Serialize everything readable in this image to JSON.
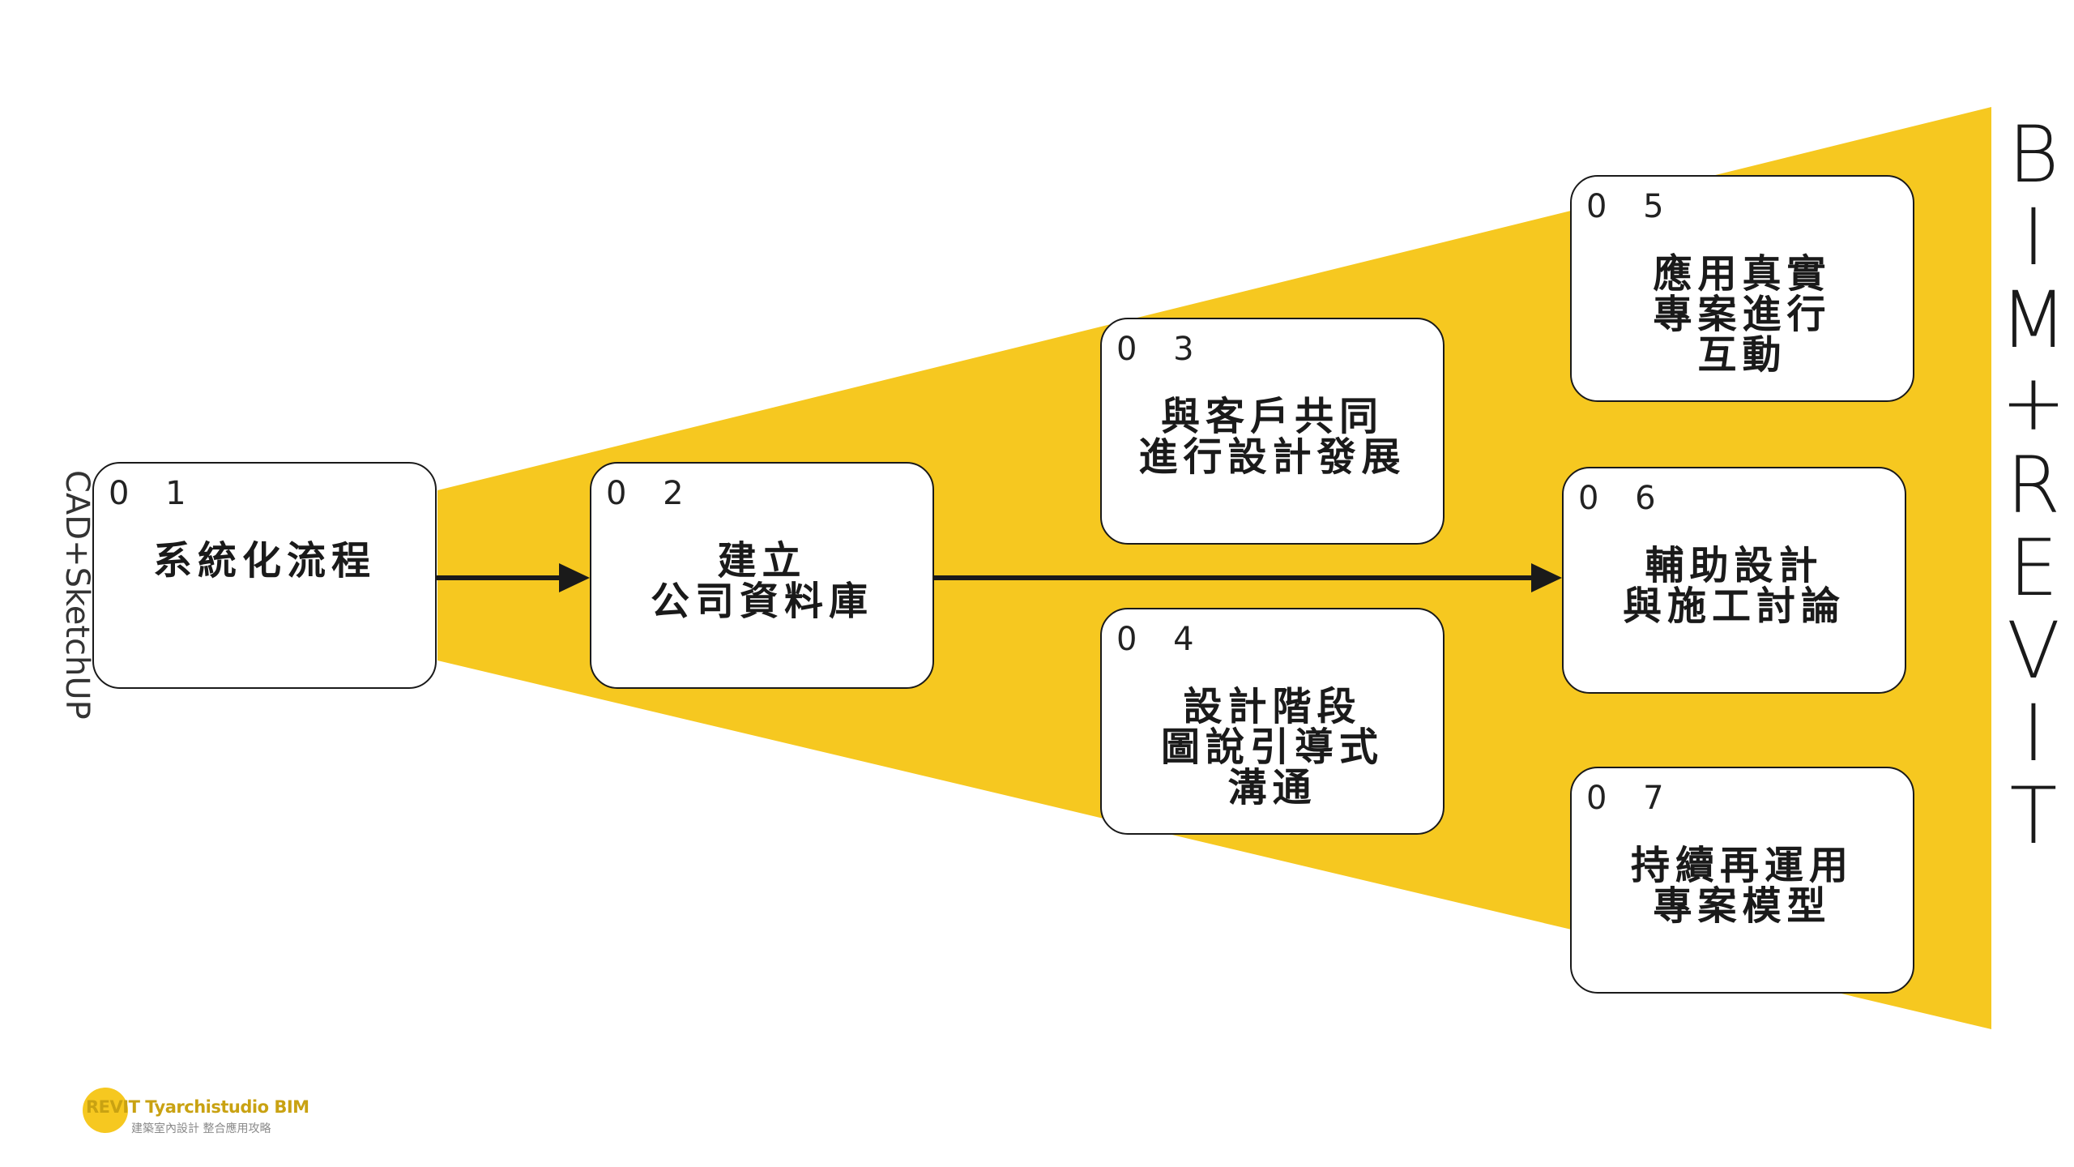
{
  "diagram": {
    "colors": {
      "funnel": "#f6c820",
      "box_border": "#1a1a1a",
      "arrow": "#1a1a1a",
      "text": "#1a1a1a"
    },
    "side_label": "CAD+SketchUP",
    "right_title": [
      "B",
      "I",
      "M",
      "+",
      "R",
      "E",
      "V",
      "I",
      "T"
    ],
    "steps": [
      {
        "id": "01",
        "number": "0 1",
        "lines": [
          "系統化流程"
        ]
      },
      {
        "id": "02",
        "number": "0 2",
        "lines": [
          "建立",
          "公司資料庫"
        ]
      },
      {
        "id": "03",
        "number": "0 3",
        "lines": [
          "與客戶共同",
          "進行設計發展"
        ]
      },
      {
        "id": "04",
        "number": "0 4",
        "lines": [
          "設計階段",
          "圖說引導式",
          "溝通"
        ]
      },
      {
        "id": "05",
        "number": "0 5",
        "lines": [
          "應用真實",
          "專案進行",
          "互動"
        ]
      },
      {
        "id": "06",
        "number": "0 6",
        "lines": [
          "輔助設計",
          "與施工討論"
        ]
      },
      {
        "id": "07",
        "number": "0 7",
        "lines": [
          "持續再運用",
          "專案模型"
        ]
      }
    ],
    "flow": [
      {
        "from": "01",
        "to": "02"
      },
      {
        "from": "02",
        "to": "06"
      }
    ]
  },
  "logo": {
    "brand": "REVIT Tyarchistudio BIM",
    "tagline": "建築室內設計 整合應用攻略"
  }
}
